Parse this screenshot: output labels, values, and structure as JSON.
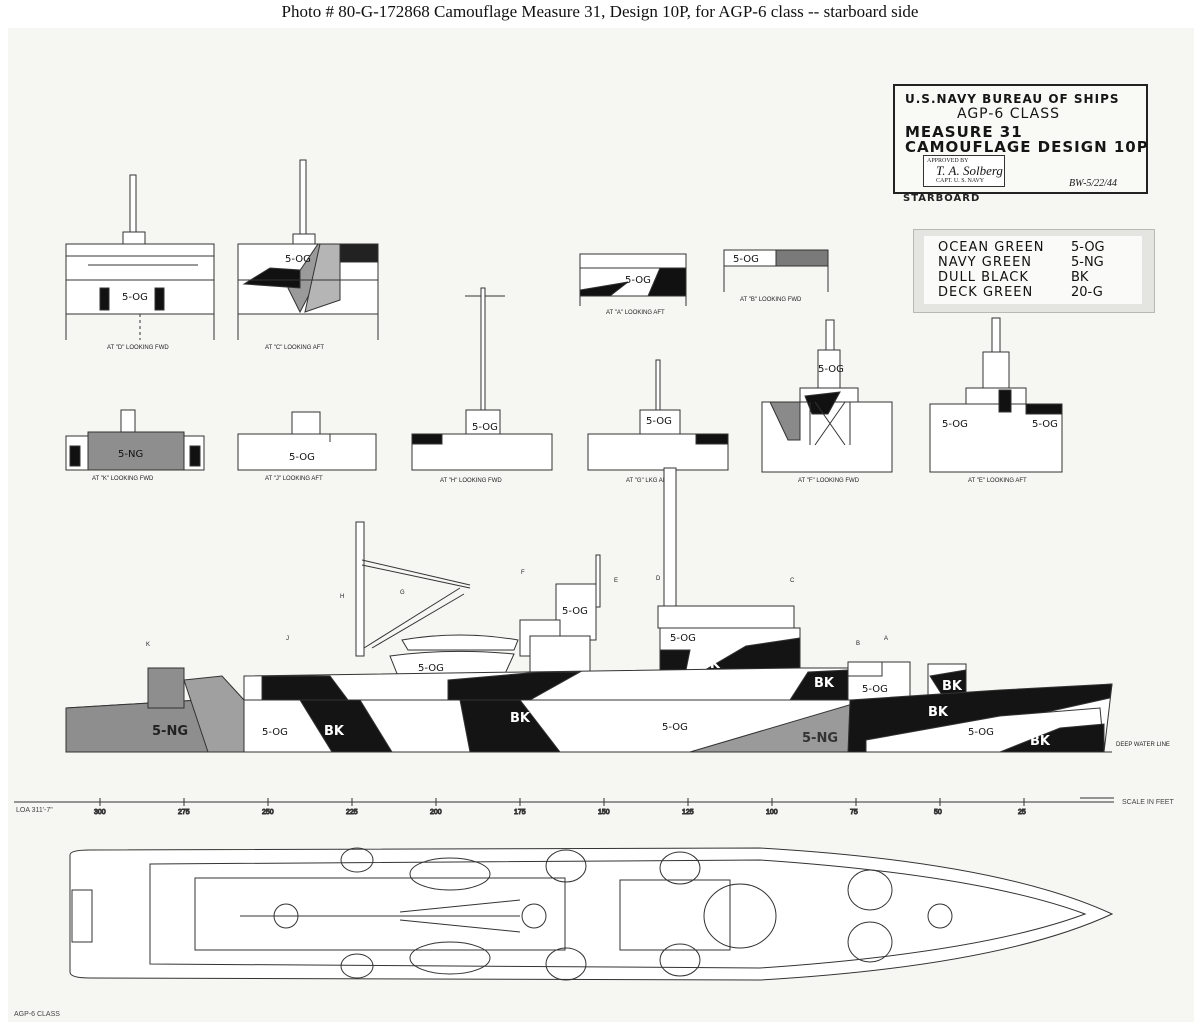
{
  "caption": "Photo # 80-G-172868     Camouflage Measure 31, Design 10P, for AGP-6 class -- starboard side",
  "title_block": {
    "line1": "U.S.NAVY   BUREAU OF SHIPS",
    "line2": "AGP-6 CLASS",
    "line3": "MEASURE 31",
    "line4": "CAMOUFLAGE  DESIGN 10P",
    "stamp_top": "APPROVED BY",
    "stamp_signature": "T. A. Solberg",
    "stamp_bottom": "CAPT. U. S. NAVY",
    "date": "BW-5/22/44"
  },
  "view_label": "STARBOARD",
  "legend": [
    {
      "name": "OCEAN GREEN",
      "code": "5-OG",
      "color": "#ffffff"
    },
    {
      "name": "NAVY GREEN",
      "code": "5-NG",
      "color": "#8a8a8a"
    },
    {
      "name": "DULL BLACK",
      "code": "BK",
      "color": "#141414"
    },
    {
      "name": "DECK GREEN",
      "code": "20-G",
      "color": "#b8b8b8"
    }
  ],
  "sections": {
    "d": "AT \"D\" LOOKING FWD",
    "c": "AT \"C\" LOOKING AFT",
    "a": "AT \"A\" LOOKING AFT",
    "b": "AT \"B\" LOOKING FWD",
    "k": "AT \"K\" LOOKING FWD",
    "j": "AT \"J\" LOOKING AFT",
    "h": "AT \"H\" LOOKING FWD",
    "g": "AT \"G\" LKG AFT",
    "f": "AT \"F\" LOOKING FWD",
    "e": "AT \"E\" LOOKING AFT"
  },
  "codes": {
    "og": "5-OG",
    "ng": "5-NG",
    "bk": "BK"
  },
  "station_letters": {
    "k": "K",
    "j": "J",
    "h": "H",
    "g": "G",
    "f": "F",
    "e": "E",
    "d": "D",
    "c": "C",
    "b": "B",
    "a": "A"
  },
  "waterline_label": "DEEP WATER LINE",
  "scale_label": "SCALE\nIN FEET",
  "scale_left": "LOA 311'-7\"",
  "scale_ticks": [
    "300",
    "275",
    "250",
    "225",
    "200",
    "175",
    "150",
    "125",
    "100",
    "75",
    "50",
    "25"
  ],
  "sheet_tag": "AGP-6 CLASS"
}
